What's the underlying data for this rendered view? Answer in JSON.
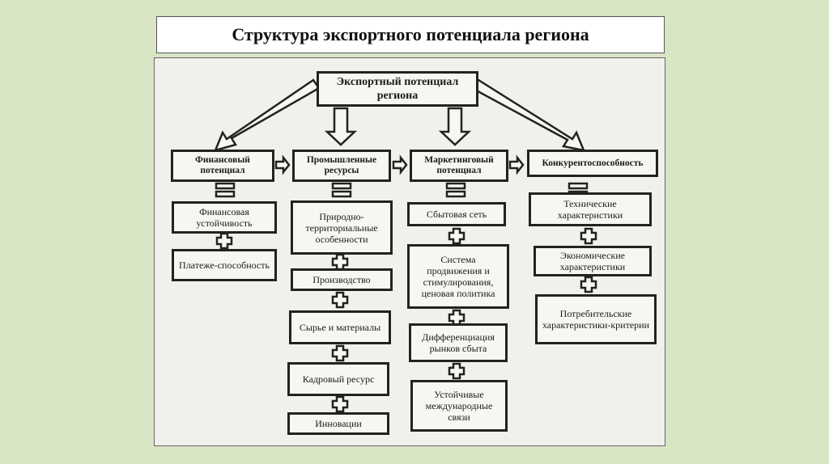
{
  "slide": {
    "title": "Структура экспортного потенциала региона"
  },
  "diagram": {
    "root": "Экспортный потенциал региона",
    "columns": [
      {
        "header": "Финансовый потенциал",
        "items": [
          "Финансовая устойчивость",
          "Платеже-способность"
        ]
      },
      {
        "header": "Промышленные ресурсы",
        "items": [
          "Природно-территориальные особенности",
          "Производство",
          "Сырье и материалы",
          "Кадровый ресурс",
          "Инновации"
        ]
      },
      {
        "header": "Маркетинговый потенциал",
        "items": [
          "Сбытовая сеть",
          "Система продвижения и стимулирования, ценовая политика",
          "Дифференциация рынков сбыта",
          "Устойчивые международные связи"
        ]
      },
      {
        "header": "Конкурентоспособность",
        "items": [
          "Технические характеристики",
          "Экономические характеристики",
          "Потребительские характеристики-критерии"
        ]
      }
    ]
  }
}
